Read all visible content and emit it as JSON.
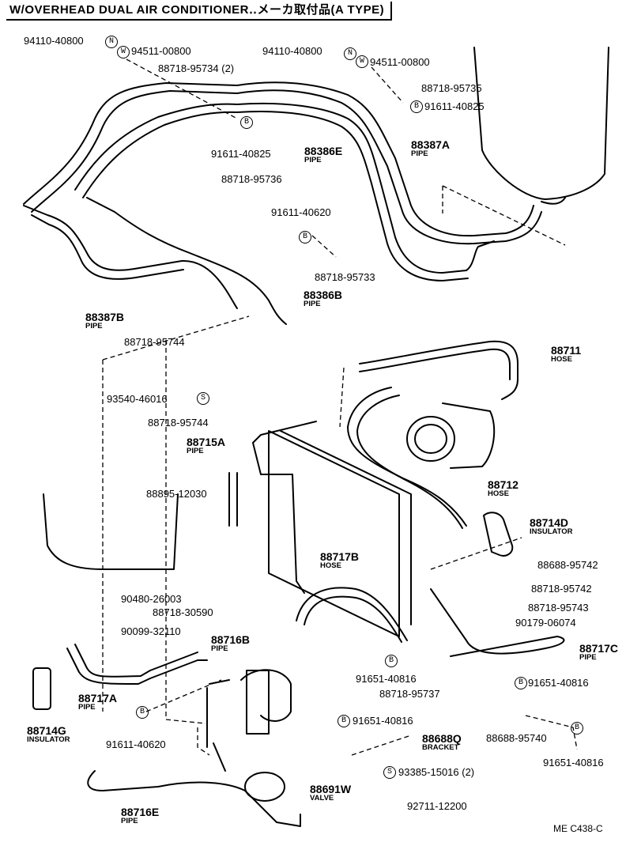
{
  "title": "W/OVERHEAD DUAL AIR CONDITIONER‥メーカ取付品(A TYPE)",
  "reference_code": "ME  C438-C",
  "callout_symbols": {
    "nut": "N",
    "washer": "W",
    "bolt": "B",
    "screw": "S"
  },
  "labels": [
    {
      "id": "l1",
      "text": "94110-40800"
    },
    {
      "id": "l2",
      "text": "94511-00800"
    },
    {
      "id": "l3",
      "text": "88718-95734 (2)"
    },
    {
      "id": "l4",
      "text": "91611-40825"
    },
    {
      "id": "l5",
      "text": "94110-40800"
    },
    {
      "id": "l6",
      "text": "94511-00800"
    },
    {
      "id": "l7",
      "text": "88718-95735"
    },
    {
      "id": "l8",
      "text": "91611-40825"
    },
    {
      "id": "l9",
      "text": "88386E",
      "sub": "PIPE"
    },
    {
      "id": "l10",
      "text": "88387A",
      "sub": "PIPE"
    },
    {
      "id": "l11",
      "text": "88718-95736"
    },
    {
      "id": "l12",
      "text": "91611-40620"
    },
    {
      "id": "l13",
      "text": "88718-95733"
    },
    {
      "id": "l14",
      "text": "88386B",
      "sub": "PIPE"
    },
    {
      "id": "l15",
      "text": "88387B",
      "sub": "PIPE"
    },
    {
      "id": "l16",
      "text": "88718-95744"
    },
    {
      "id": "l17",
      "text": "88711",
      "sub": "HOSE"
    },
    {
      "id": "l18",
      "text": "93540-46016"
    },
    {
      "id": "l19",
      "text": "88718-95744"
    },
    {
      "id": "l20",
      "text": "88715A",
      "sub": "PIPE"
    },
    {
      "id": "l21",
      "text": "88895-12030"
    },
    {
      "id": "l22",
      "text": "88712",
      "sub": "HOSE"
    },
    {
      "id": "l23",
      "text": "88714D",
      "sub": "INSULATOR"
    },
    {
      "id": "l24",
      "text": "88717B",
      "sub": "HOSE"
    },
    {
      "id": "l25",
      "text": "88688-95742"
    },
    {
      "id": "l26",
      "text": "88718-95742"
    },
    {
      "id": "l27",
      "text": "90480-26003"
    },
    {
      "id": "l28",
      "text": "88718-30590"
    },
    {
      "id": "l29",
      "text": "88718-95743"
    },
    {
      "id": "l30",
      "text": "90099-32110"
    },
    {
      "id": "l31",
      "text": "90179-06074"
    },
    {
      "id": "l32",
      "text": "88716B",
      "sub": "PIPE"
    },
    {
      "id": "l33",
      "text": "88717C",
      "sub": "PIPE"
    },
    {
      "id": "l34",
      "text": "91651-40816"
    },
    {
      "id": "l35",
      "text": "88717A",
      "sub": "PIPE"
    },
    {
      "id": "l36",
      "text": "88718-95737"
    },
    {
      "id": "l37",
      "text": "91651-40816"
    },
    {
      "id": "l38",
      "text": "88714G",
      "sub": "INSULATOR"
    },
    {
      "id": "l39",
      "text": "91611-40620"
    },
    {
      "id": "l40",
      "text": "91651-40816"
    },
    {
      "id": "l41",
      "text": "88688Q",
      "sub": "BRACKET"
    },
    {
      "id": "l42",
      "text": "88688-95740"
    },
    {
      "id": "l43",
      "text": "91651-40816"
    },
    {
      "id": "l44",
      "text": "93385-15016 (2)"
    },
    {
      "id": "l45",
      "text": "88691W",
      "sub": "VALVE"
    },
    {
      "id": "l46",
      "text": "88716E",
      "sub": "PIPE"
    },
    {
      "id": "l47",
      "text": "92711-12200"
    }
  ]
}
